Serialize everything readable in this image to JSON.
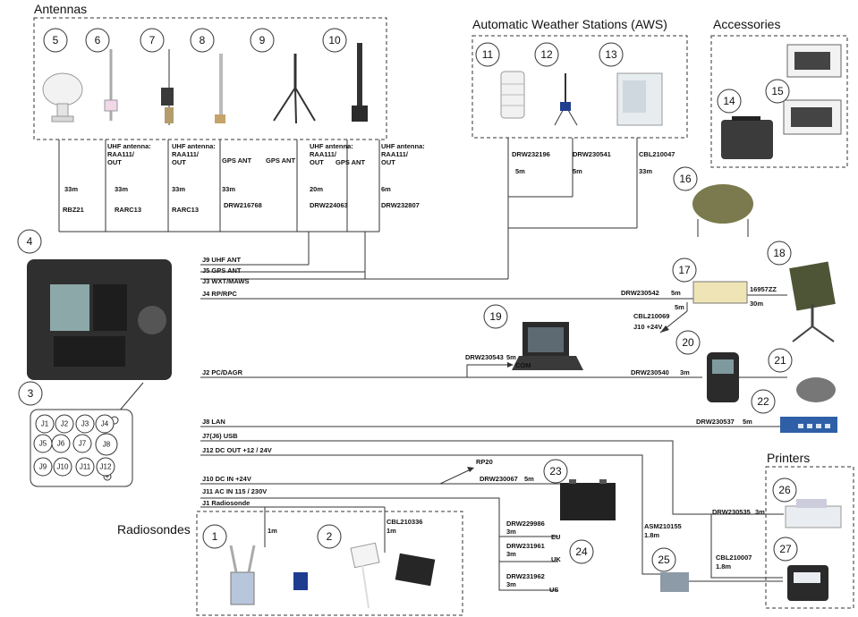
{
  "sections": {
    "antennas": "Antennas",
    "aws": "Automatic Weather Stations (AWS)",
    "accessories": "Accessories",
    "radiosondes": "Radiosondes",
    "printers": "Printers"
  },
  "numbers": [
    "1",
    "2",
    "3",
    "4",
    "5",
    "6",
    "7",
    "8",
    "9",
    "10",
    "11",
    "12",
    "13",
    "14",
    "15",
    "16",
    "17",
    "18",
    "19",
    "20",
    "21",
    "22",
    "23",
    "24",
    "25",
    "26",
    "27"
  ],
  "antenna_labels": {
    "a6": [
      "UHF antenna:",
      "RAA111/",
      "OUT"
    ],
    "a7": [
      "UHF antenna:",
      "RAA111/",
      "OUT"
    ],
    "a8": "GPS ANT",
    "a9": "GPS ANT",
    "a10": [
      "UHF antenna:",
      "RAA111/",
      "OUT"
    ],
    "a10b": "GPS ANT",
    "a11": [
      "UHF antenna:",
      "RAA111/",
      "OUT"
    ]
  },
  "antenna_cables": {
    "c5": [
      "33m",
      "RBZ21"
    ],
    "c6": [
      "33m",
      "RARC13"
    ],
    "c7": [
      "33m",
      "RARC13"
    ],
    "c8": [
      "33m",
      "DRW216768"
    ],
    "c10": [
      "20m",
      "DRW224063"
    ],
    "c11": [
      "6m",
      "DRW232807"
    ]
  },
  "aws_cables": {
    "c11": [
      "DRW232196",
      "5m"
    ],
    "c12": [
      "DRW230541",
      "5m"
    ],
    "c13": [
      "CBL210047",
      "33m"
    ]
  },
  "ports": {
    "j9": "J9 UHF ANT",
    "j5": "J5 GPS ANT",
    "j3": "J3 WXT/MAWS",
    "j4": "J4 RP/RPC",
    "j2": "J2 PC/DAGR",
    "j8": "J8 LAN",
    "j7": "J7(J6) USB",
    "j12": "J12  DC OUT +12 / 24V",
    "j10": "J10  DC IN +24V",
    "j11": "J11  AC IN 115 / 230V",
    "j1": "J1  Radiosonde"
  },
  "connectors": [
    "J1",
    "J2",
    "J3",
    "J4",
    "J5",
    "J6",
    "J7",
    "J8",
    "J9",
    "J10",
    "J11",
    "J12"
  ],
  "cables": {
    "rp": [
      "DRW230542",
      "5m"
    ],
    "rp_ant": [
      "16957ZZ",
      "30m"
    ],
    "rp_5m": "5m",
    "rp_dc": [
      "CBL210069",
      "J10 +24V"
    ],
    "pc": [
      "DRW230543",
      "5m"
    ],
    "com": "COM",
    "dagr": [
      "DRW230540",
      "3m"
    ],
    "lan": [
      "DRW230537",
      "5m"
    ],
    "rp20": "RP20",
    "bat": [
      "DRW230067",
      "5m"
    ],
    "eu": [
      "DRW229986",
      "3m",
      "EU"
    ],
    "uk": [
      "DRW231961",
      "3m",
      "UK"
    ],
    "us": [
      "DRW231962",
      "3m",
      "US"
    ],
    "ps": [
      "ASM210155",
      "1.8m"
    ],
    "pr1": [
      "DRW230535",
      "3m"
    ],
    "pr2": [
      "CBL210007",
      "1.8m"
    ],
    "rs1": "1m",
    "rs2": [
      "CBL210336",
      "1m"
    ]
  }
}
